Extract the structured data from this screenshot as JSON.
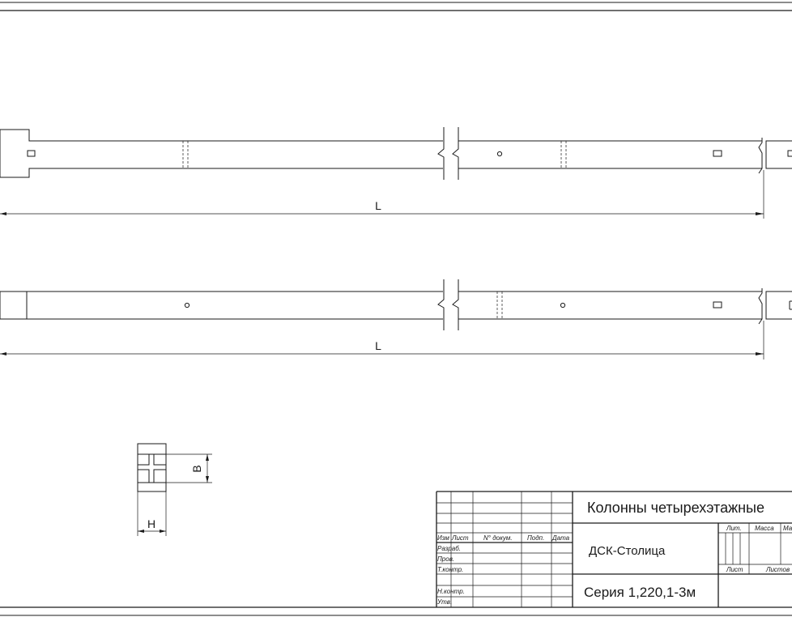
{
  "dimensions": {
    "length_top": "L",
    "length_bottom": "L",
    "section_height": "H",
    "section_width": "B"
  },
  "title_block": {
    "title": "Колонны четырехэтажные",
    "organization": "ДСК-Столица",
    "series": "Серия 1,220,1-3м",
    "headers": {
      "izm": "Изм",
      "list": "Лист",
      "doc_no": "N° докум.",
      "sign": "Подп.",
      "date": "Дата",
      "lit": "Лит.",
      "mass": "Масса",
      "scale": "Ма",
      "sheet": "Лист",
      "sheets": "Листов"
    },
    "roles": {
      "developer": "Разраб.",
      "checker": "Пров.",
      "tech_control": "Т.контр.",
      "norm_control": "Н.контр.",
      "approved": "Утв."
    }
  }
}
